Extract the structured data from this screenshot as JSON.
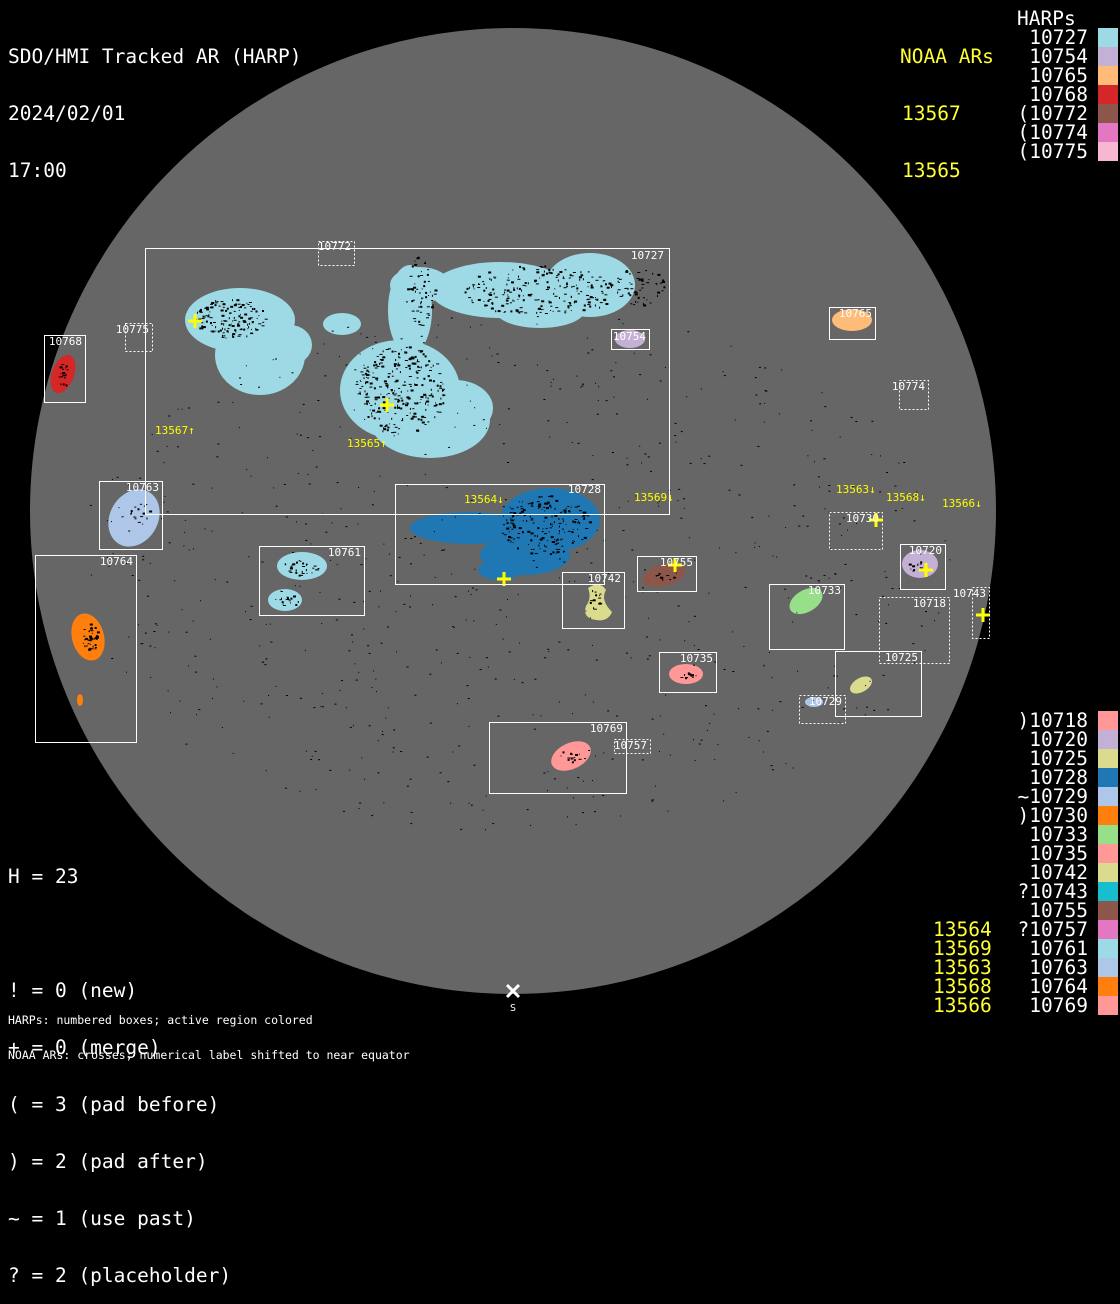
{
  "header": {
    "title": "SDO/HMI Tracked AR (HARP)",
    "date": "2024/02/01",
    "time": "17:00"
  },
  "legend_top": {
    "noaa_heading": "NOAA ARs",
    "harps_heading": "HARPs",
    "noaa": [
      "13567",
      "13565"
    ],
    "harps": [
      {
        "label": "10727",
        "color": "#9edae5"
      },
      {
        "label": "10754",
        "color": "#c5b0d5"
      },
      {
        "label": "10765",
        "color": "#ffbb78"
      },
      {
        "label": "10768",
        "color": "#d62728"
      },
      {
        "label": "(10772",
        "color": "#8c564b"
      },
      {
        "label": "(10774",
        "color": "#e377c2"
      },
      {
        "label": "(10775",
        "color": "#f7b6d2"
      }
    ]
  },
  "legend_bottom": {
    "noaa": [
      "13564",
      "13569",
      "13563",
      "13568",
      "13566"
    ],
    "harps": [
      {
        "label": ")10718",
        "color": "#ff9896"
      },
      {
        "label": "10720",
        "color": "#c5b0d5"
      },
      {
        "label": "10725",
        "color": "#dbdb8d"
      },
      {
        "label": "10728",
        "color": "#1f77b4"
      },
      {
        "label": "~10729",
        "color": "#aec7e8"
      },
      {
        "label": ")10730",
        "color": "#ff7f0e"
      },
      {
        "label": "10733",
        "color": "#98df8a"
      },
      {
        "label": "10735",
        "color": "#ff9896"
      },
      {
        "label": "10742",
        "color": "#dbdb8d"
      },
      {
        "label": "?10743",
        "color": "#17becf"
      },
      {
        "label": "10755",
        "color": "#8c564b"
      },
      {
        "label": "?10757",
        "color": "#e377c2"
      },
      {
        "label": "10761",
        "color": "#9edae5"
      },
      {
        "label": "10763",
        "color": "#aec7e8"
      },
      {
        "label": "10764",
        "color": "#ff7f0e"
      },
      {
        "label": "10769",
        "color": "#ff9896"
      }
    ]
  },
  "stats": {
    "h_count": "H = 23",
    "lines": [
      "! = 0 (new)",
      "+ = 0 (merge)",
      "( = 3 (pad before)",
      ") = 2 (pad after)",
      "~ = 1 (use past)",
      "? = 2 (placeholder)"
    ]
  },
  "footer": {
    "line1": "HARPs: numbered boxes; active region colored",
    "line2": "NOAA ARs: crosses; numerical label shifted to near equator"
  },
  "disk": {
    "south_label": "S",
    "disk_color": "#666666",
    "cross_color": "#ffff00",
    "harp_boxes": [
      "10727",
      "10772",
      "10775",
      "10768",
      "10754",
      "10765",
      "10774",
      "10763",
      "10728",
      "10761",
      "10764",
      "10742",
      "10755",
      "10730",
      "10720",
      "10733",
      "10718",
      "10743",
      "10735",
      "10725",
      "10729",
      "10769",
      "10757"
    ],
    "noaa_labels": [
      "13567↑",
      "13565↑",
      "13564↓",
      "13569↓",
      "13563↓",
      "13568↓",
      "13566↓"
    ]
  }
}
